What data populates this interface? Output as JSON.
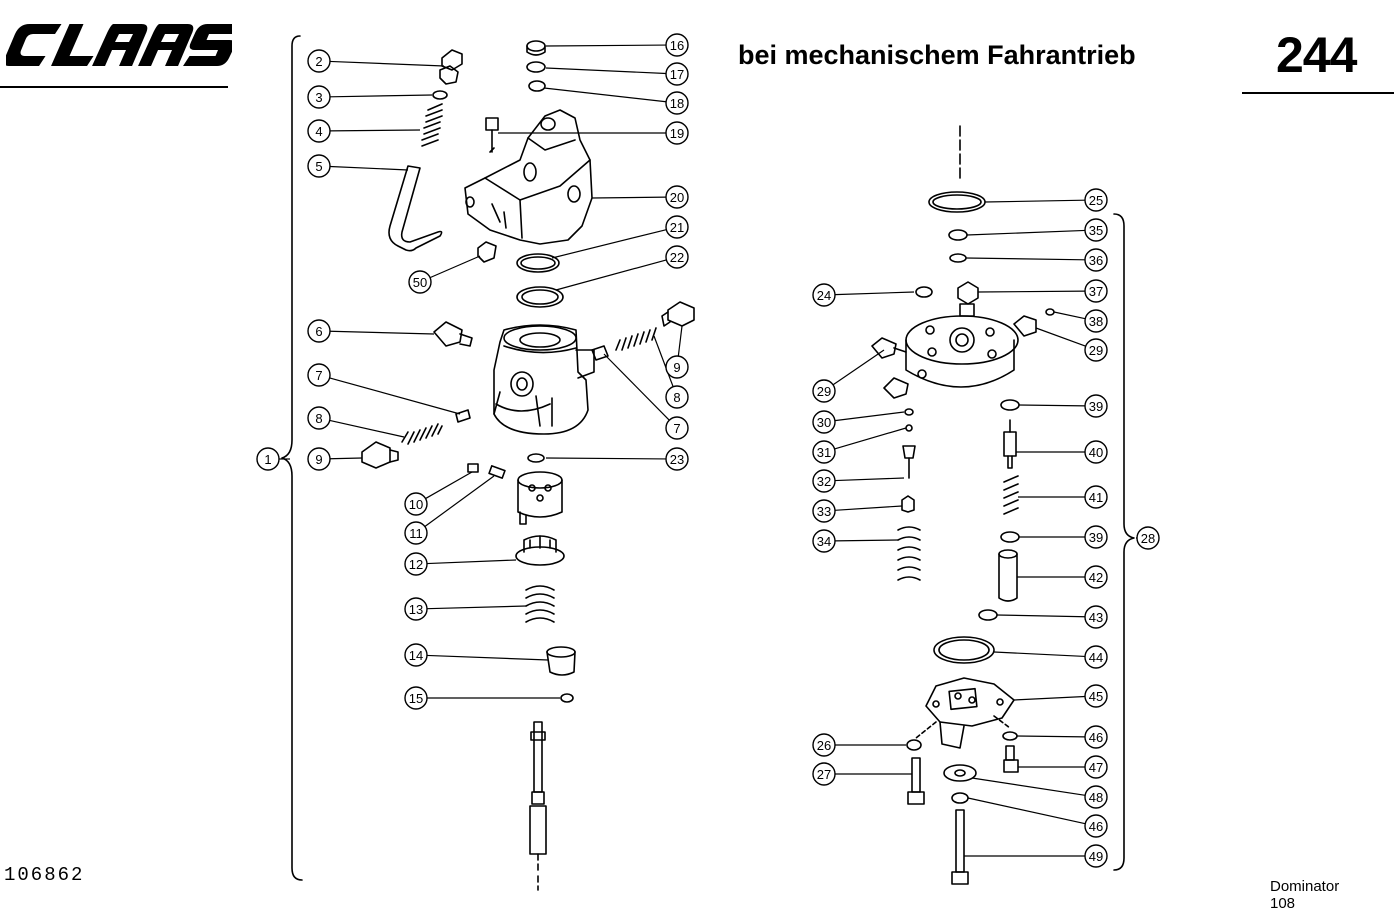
{
  "header": {
    "brand": "CLAAS",
    "title": "bei mechanischem Fahrantrieb",
    "page_number": "244"
  },
  "footer": {
    "document_number": "106862",
    "model": "Dominator 108"
  },
  "callouts": [
    {
      "n": "1"
    },
    {
      "n": "2"
    },
    {
      "n": "3"
    },
    {
      "n": "4"
    },
    {
      "n": "5"
    },
    {
      "n": "6"
    },
    {
      "n": "7"
    },
    {
      "n": "7"
    },
    {
      "n": "8"
    },
    {
      "n": "8"
    },
    {
      "n": "9"
    },
    {
      "n": "9"
    },
    {
      "n": "10"
    },
    {
      "n": "11"
    },
    {
      "n": "12"
    },
    {
      "n": "13"
    },
    {
      "n": "14"
    },
    {
      "n": "15"
    },
    {
      "n": "16"
    },
    {
      "n": "17"
    },
    {
      "n": "18"
    },
    {
      "n": "19"
    },
    {
      "n": "20"
    },
    {
      "n": "21"
    },
    {
      "n": "22"
    },
    {
      "n": "23"
    },
    {
      "n": "50"
    },
    {
      "n": "24"
    },
    {
      "n": "25"
    },
    {
      "n": "26"
    },
    {
      "n": "27"
    },
    {
      "n": "28"
    },
    {
      "n": "29"
    },
    {
      "n": "29"
    },
    {
      "n": "30"
    },
    {
      "n": "31"
    },
    {
      "n": "32"
    },
    {
      "n": "33"
    },
    {
      "n": "34"
    },
    {
      "n": "35"
    },
    {
      "n": "36"
    },
    {
      "n": "37"
    },
    {
      "n": "38"
    },
    {
      "n": "39"
    },
    {
      "n": "39"
    },
    {
      "n": "40"
    },
    {
      "n": "41"
    },
    {
      "n": "42"
    },
    {
      "n": "43"
    },
    {
      "n": "44"
    },
    {
      "n": "45"
    },
    {
      "n": "46"
    },
    {
      "n": "46"
    },
    {
      "n": "47"
    },
    {
      "n": "48"
    },
    {
      "n": "49"
    }
  ]
}
